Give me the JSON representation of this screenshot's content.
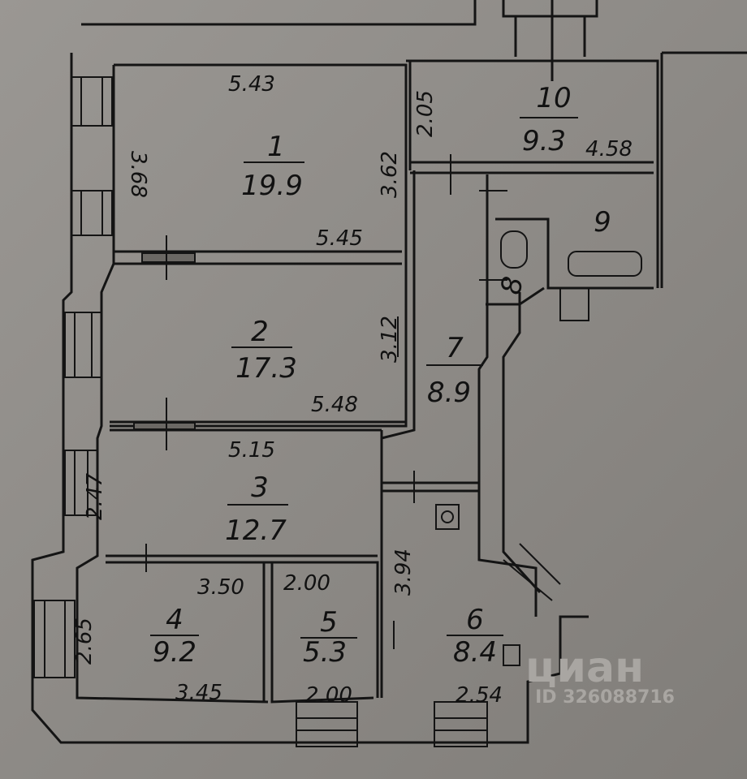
{
  "rooms": [
    {
      "number": "1",
      "area": "19.9"
    },
    {
      "number": "2",
      "area": "17.3"
    },
    {
      "number": "3",
      "area": "12.7"
    },
    {
      "number": "4",
      "area": "9.2"
    },
    {
      "number": "5",
      "area": "5.3"
    },
    {
      "number": "6",
      "area": "8.4"
    },
    {
      "number": "7",
      "area": "8.9"
    },
    {
      "number": "8"
    },
    {
      "number": "9"
    },
    {
      "number": "10",
      "area": "9.3"
    }
  ],
  "dimensions": {
    "r1_top": "5.43",
    "r1_left": "3.68",
    "r1_right": "3.62",
    "r1_bottom": "5.45",
    "r2_right": "3.12",
    "r2_bottom": "5.48",
    "r3_top": "5.15",
    "r3_left": "2.47",
    "r4_top": "3.50",
    "r4_left": "2.65",
    "r4_bottom": "3.45",
    "r5_top": "2.00",
    "r5_bottom": "2.00",
    "r6_left": "3.94",
    "r6_bottom": "2.54",
    "r10_left": "2.05",
    "r10_right": "4.58"
  },
  "watermark": {
    "brand": "циан",
    "id": "ID 326088716"
  }
}
